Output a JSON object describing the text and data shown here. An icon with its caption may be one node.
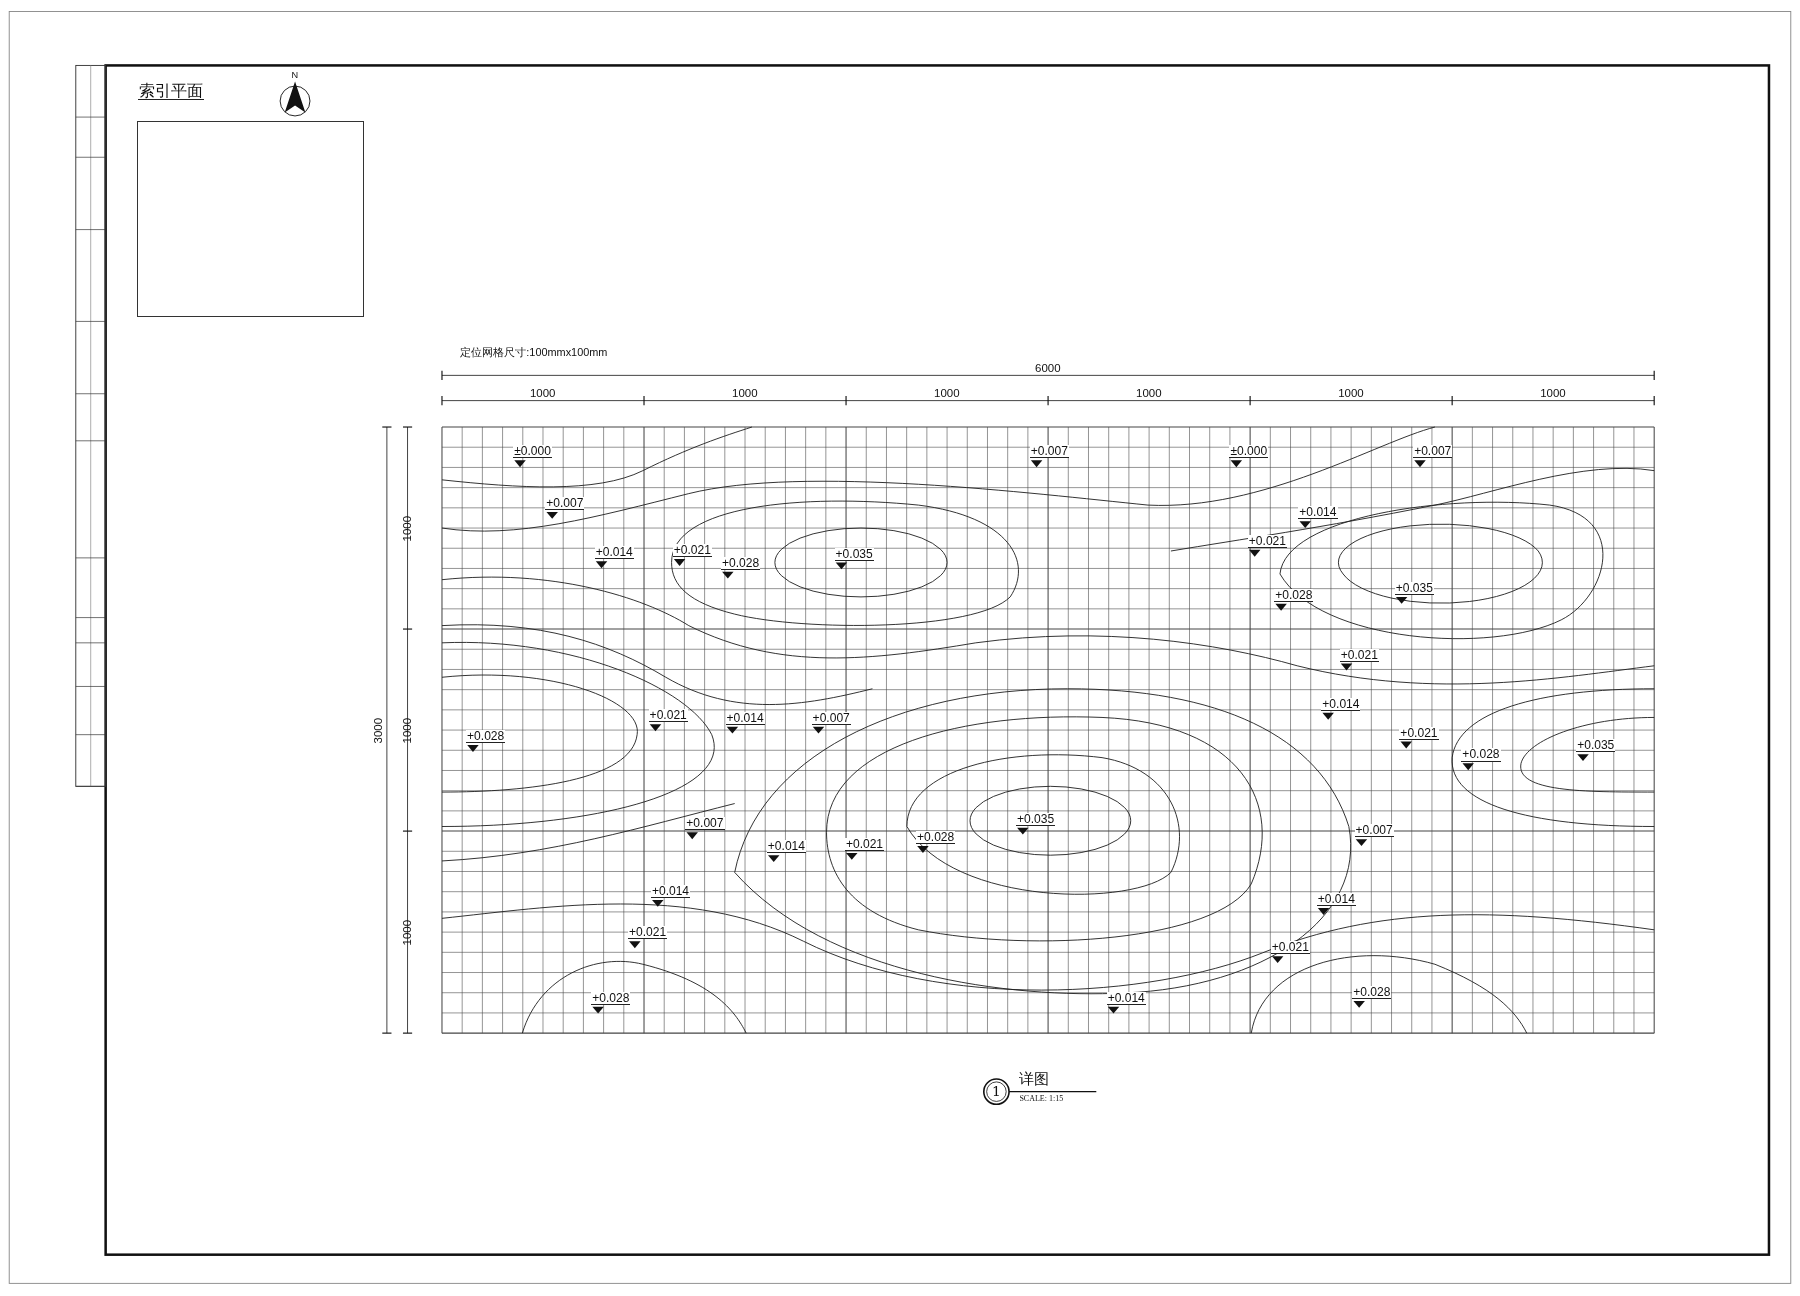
{
  "diagram": {
    "nodes": [
      {
        "text": [],
        "shape": "box"
      }
    ],
    "labels": [
      "索引平面",
      "N",
      "定位网格尺寸:100mmx100mm",
      "6000",
      "1000",
      "1000",
      "1000",
      "1000",
      "1000",
      "1000",
      "3000",
      "1000",
      "1000",
      "1000",
      "±0.000",
      "+0.007",
      "±0.000",
      "+0.007",
      "+0.007",
      "+0.014",
      "+0.014",
      "+0.021",
      "+0.028",
      "+0.035",
      "+0.021",
      "+0.028",
      "+0.035",
      "+0.021",
      "+0.028",
      "+0.021",
      "+0.014",
      "+0.007",
      "+0.014",
      "+0.021",
      "+0.028",
      "+0.035",
      "+0.007",
      "+0.014",
      "+0.021",
      "+0.028",
      "+0.035",
      "+0.007",
      "+0.014",
      "+0.014",
      "+0.021",
      "+0.021",
      "+0.028",
      "+0.014",
      "+0.028",
      "1",
      "详图",
      "SCALE:   1:15"
    ]
  }
}
